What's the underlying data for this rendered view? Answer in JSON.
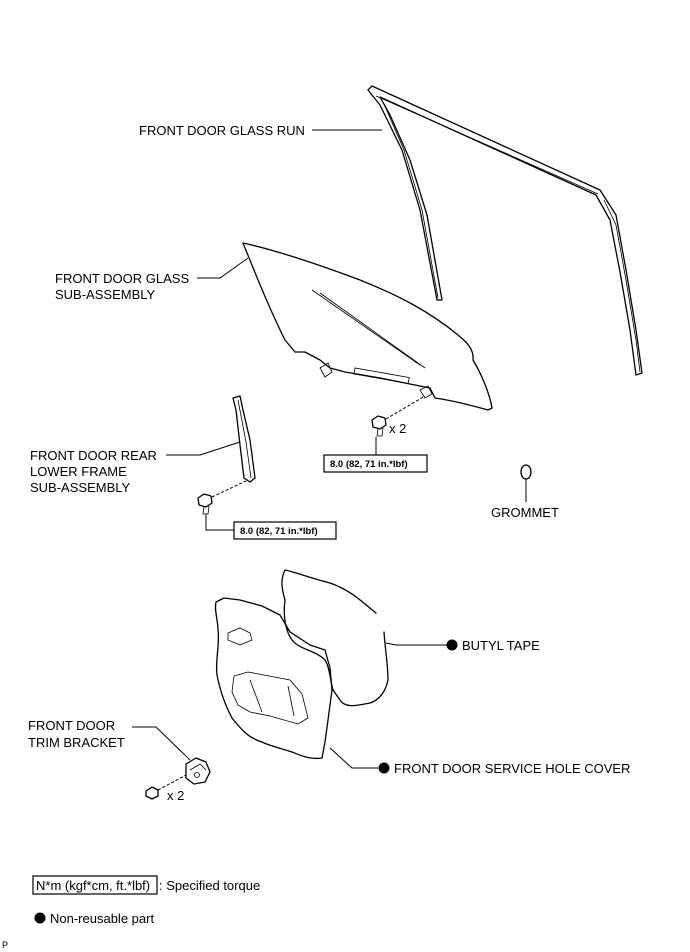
{
  "labels": {
    "glass_run": "FRONT DOOR GLASS RUN",
    "glass_line1": "FRONT DOOR GLASS",
    "glass_line2": "SUB-ASSEMBLY",
    "rear_frame_line1": "FRONT DOOR REAR",
    "rear_frame_line2": "LOWER FRAME",
    "rear_frame_line3": "SUB-ASSEMBLY",
    "grommet": "GROMMET",
    "butyl_tape": "BUTYL TAPE",
    "trim_bracket_line1": "FRONT DOOR",
    "trim_bracket_line2": "TRIM BRACKET",
    "service_hole_cover": "FRONT DOOR SERVICE HOLE COVER"
  },
  "torque": {
    "glass_bolt": "8.0 (82, 71 in.*lbf)",
    "frame_bolt": "8.0 (82, 71 in.*lbf)"
  },
  "quantities": {
    "glass_bolts": "x 2",
    "bracket_screws": "x 2"
  },
  "legend": {
    "torque_box": "N*m (kgf*cm, ft.*lbf)",
    "torque_desc": ": Specified torque",
    "non_reusable": "Non-reusable part"
  },
  "corner_code": "P"
}
